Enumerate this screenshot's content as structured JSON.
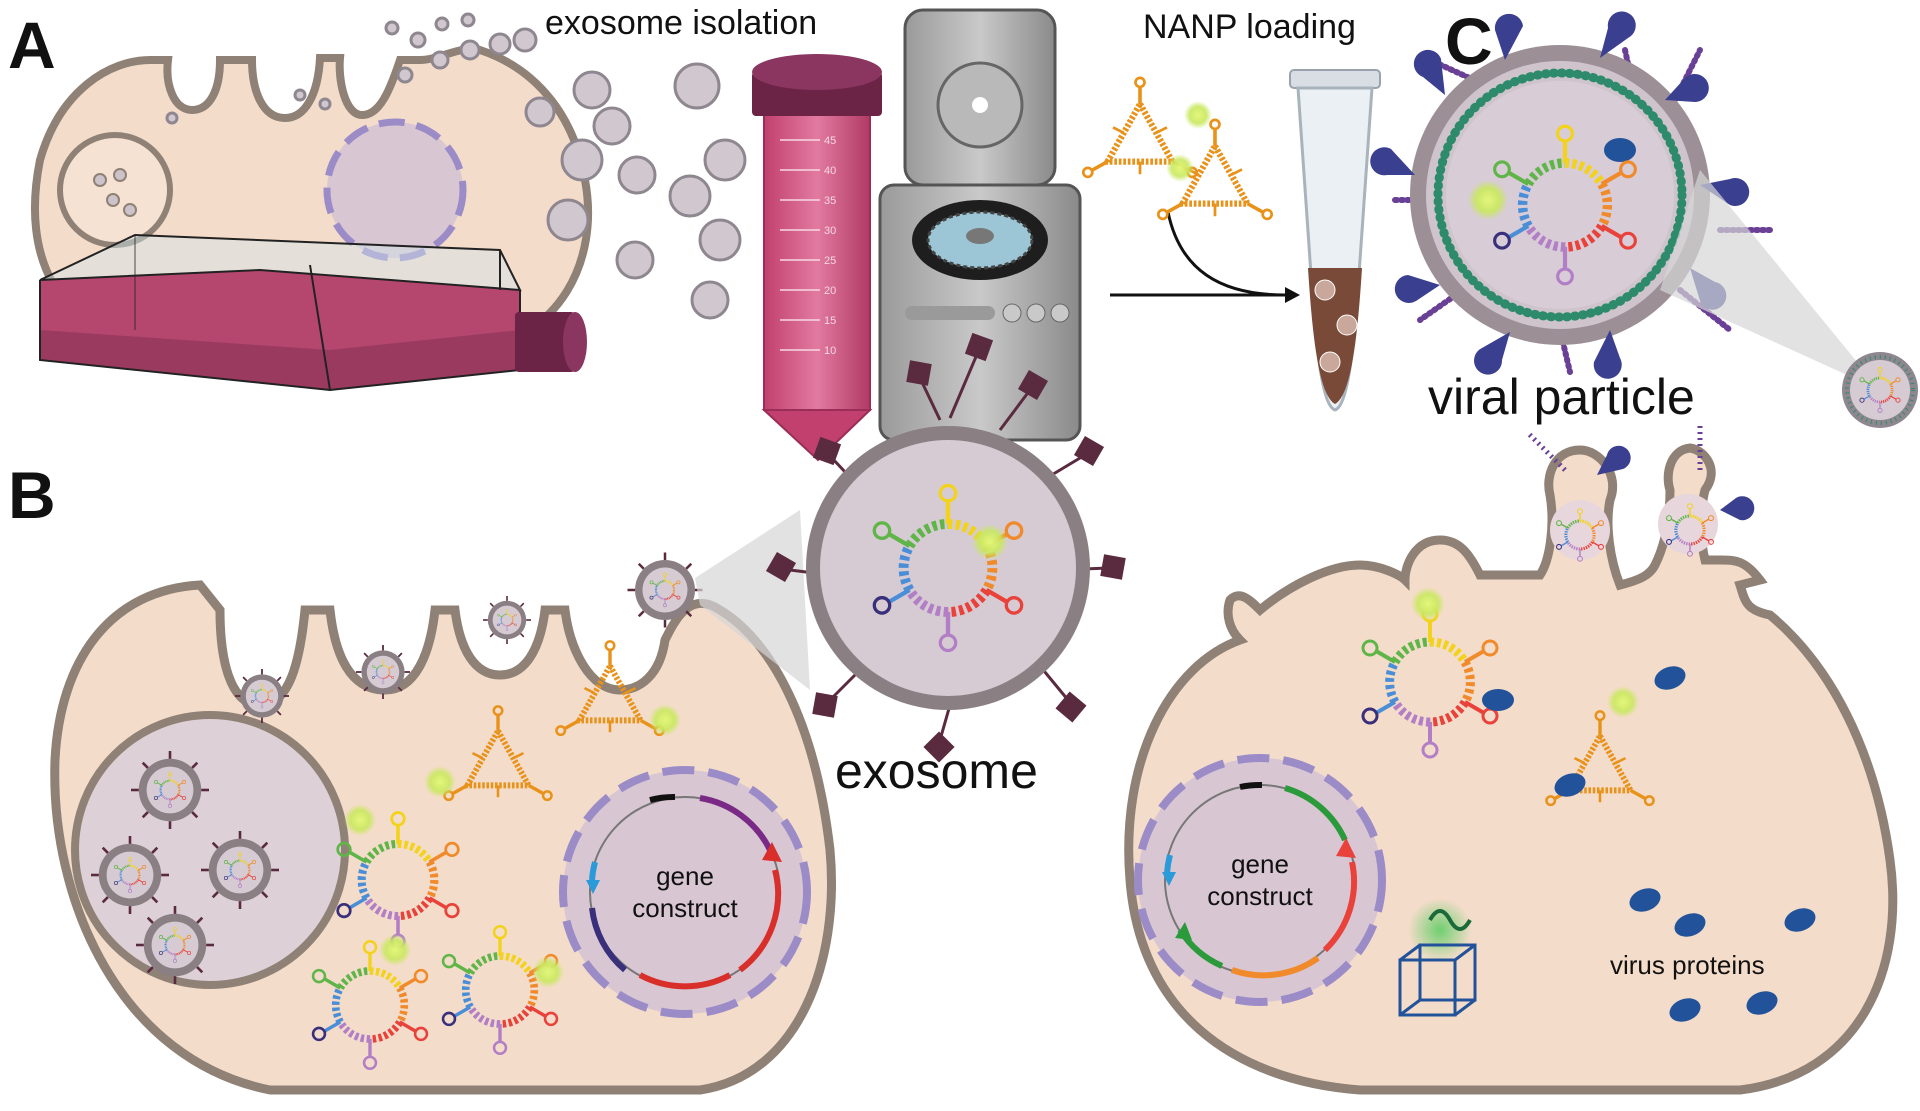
{
  "panels": {
    "a": "A",
    "b": "B",
    "c": "C"
  },
  "labels": {
    "exosome_isolation": "exosome isolation",
    "nanp_loading": "NANP loading",
    "viral_particle": "viral particle",
    "exosome": "exosome",
    "gene_construct_b_1": "gene",
    "gene_construct_b_2": "construct",
    "gene_construct_c_1": "gene",
    "gene_construct_c_2": "construct",
    "virus_proteins": "virus proteins"
  },
  "tube_scale": [
    "45",
    "40",
    "35",
    "30",
    "25",
    "20",
    "15",
    "10"
  ],
  "colors": {
    "cell_fill": "#f4dcca",
    "cell_edge": "#8f8175",
    "vesicle": "#cdc3cb",
    "flask_media": "#b5476f",
    "cap": "#6b2346",
    "nanp_orange": "#e8921a",
    "fluorophore": "#c9e860",
    "virus_protein": "#22539a",
    "spike_purple": "#6a3f96",
    "exosome_marker": "#5a2a3f",
    "nucleus_dash": "#9b8cc8",
    "capsid_dots": "#2d8a6a"
  }
}
